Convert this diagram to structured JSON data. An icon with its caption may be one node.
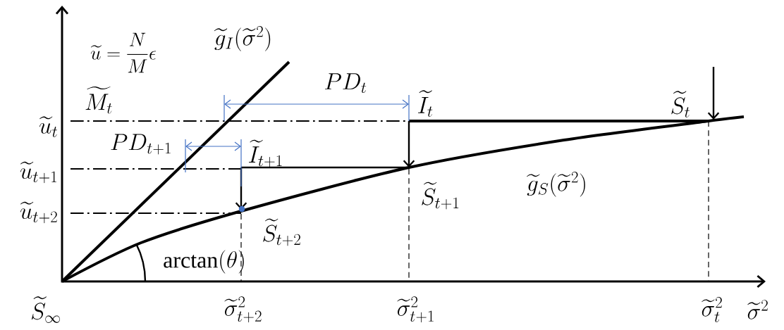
{
  "diagram": {
    "labels": [
      "\\widetilde{u}=\\frac{N}{M}\\epsilon",
      "\\widetilde{g}_I(\\widetilde{\\sigma}^2)",
      "PD_t",
      "\\widetilde{M_t}",
      "\\widetilde{I}_t",
      "\\widetilde{S}_t",
      "\\widetilde{u}_t",
      "PD_{t+1}",
      "\\widetilde{I}_{t+1}",
      "\\widetilde{u}_{t+1}",
      "\\widetilde{S}_{t+1}",
      "\\widetilde{g}_S(\\widetilde{\\sigma}^2)",
      "\\widetilde{u}_{t+2}",
      "\\widetilde{S}_{t+2}",
      "\\arctan(\\theta)",
      "\\widetilde{S}_\\infty",
      "\\widetilde{\\sigma}^2_{t+2}",
      "\\widetilde{\\sigma}^2_{t+1}",
      "\\widetilde{\\sigma}^2_t",
      "\\widetilde{\\sigma}^2"
    ]
  }
}
